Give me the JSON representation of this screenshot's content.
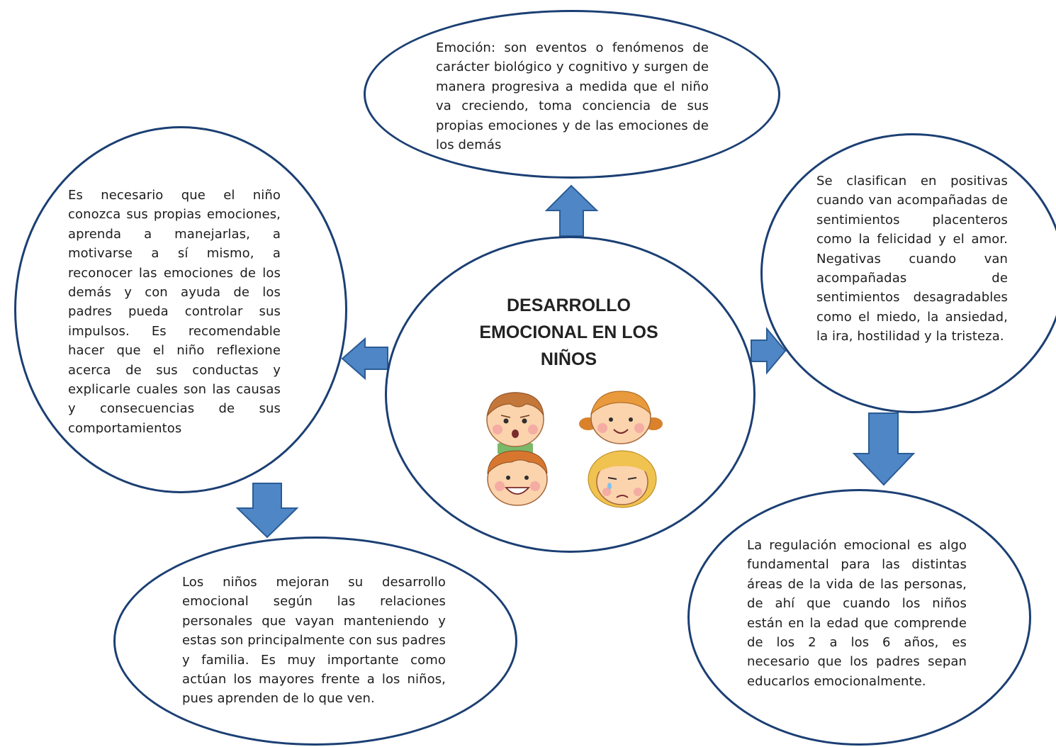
{
  "center": {
    "title_lines": [
      "DESARROLLO",
      "EMOCIONAL EN LOS",
      "NIÑOS"
    ]
  },
  "nodes": {
    "top": "Emoción: son eventos o fenómenos de carácter biológico y cognitivo y surgen de manera progresiva a medida que el niño va creciendo, toma conciencia de sus propias emociones y de las emociones de los demás",
    "left": "Es necesario que el niño conozca sus propias emociones, aprenda a manejarlas, a motivarse a sí mismo, a reconocer las emociones de los demás y con ayuda de los padres pueda controlar sus impulsos. Es recomendable hacer que el niño reflexione acerca de sus conductas y explicarle cuales son las causas y consecuencias de sus comportamientos",
    "right": "Se clasifican en positivas cuando van acompañadas de sentimientos placenteros como la felicidad y el amor. Negativas cuando van acompañadas de sentimientos desagradables como el miedo, la ansiedad, la ira, hostilidad y la tristeza.",
    "bottom_left": "Los niños mejoran su desarrollo emocional según las relaciones personales que vayan manteniendo y estas son principalmente con sus padres y familia. Es muy importante como actúan los mayores frente a los niños, pues aprenden de lo que ven.",
    "bottom_right": "La regulación emocional es algo fundamental para las distintas áreas de la vida de las personas, de ahí que cuando los niños están en la edad que comprende de los 2 a los 6 años, es necesario que los padres sepan educarlos emocionalmente."
  },
  "colors": {
    "ellipse_border": "#1b3f73",
    "arrow_fill": "#4f86c6",
    "arrow_stroke": "#2b5c95"
  },
  "icons": [
    "crying-boy-icon",
    "smiling-girl-icon",
    "happy-boy-icon",
    "sad-girl-icon"
  ]
}
